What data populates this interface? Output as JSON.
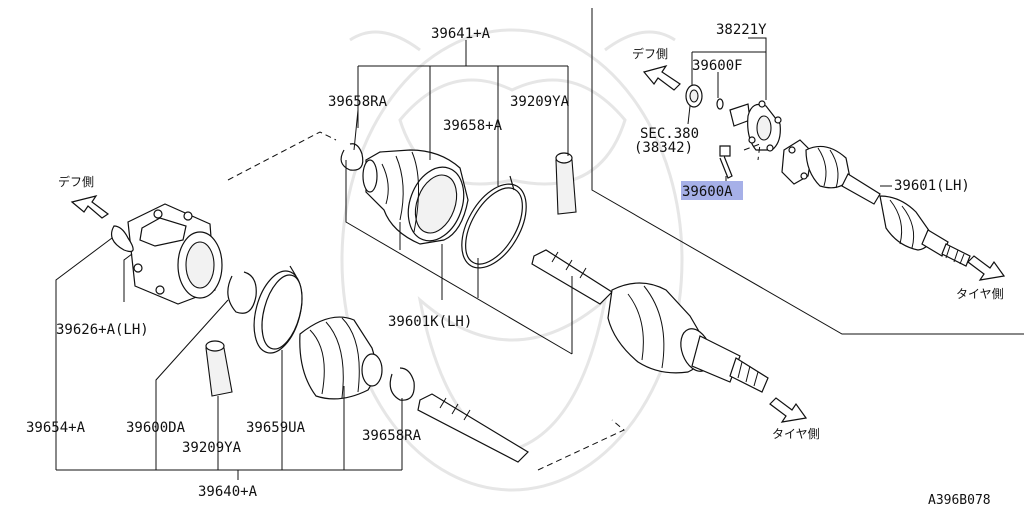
{
  "colors": {
    "highlight": "#a6b0e8",
    "ink": "#111111",
    "watermark": "#e6e6e6"
  },
  "labels": {
    "p39641": "39641+A",
    "p39658RA_top": "39658RA",
    "p39209YA_top": "39209YA",
    "p39658A": "39658+A",
    "p39601K": "39601K(LH)",
    "p39626": "39626+A(LH)",
    "p39654": "39654+A",
    "p39600DA": "39600DA",
    "p39209YA_bot": "39209YA",
    "p39659UA": "39659UA",
    "p39658RA_bot": "39658RA",
    "p39640": "39640+A",
    "p38221Y": "38221Y",
    "p39600F": "39600F",
    "sec380": "SEC.380",
    "p38342": "(38342)",
    "p39600A": "39600A",
    "p39601LH": "39601(LH)",
    "diff_side_1": "デフ側",
    "diff_side_2": "デフ側",
    "tire_side_1": "タイヤ側",
    "tire_side_2": "タイヤ側",
    "ref_code": "A396B078"
  }
}
